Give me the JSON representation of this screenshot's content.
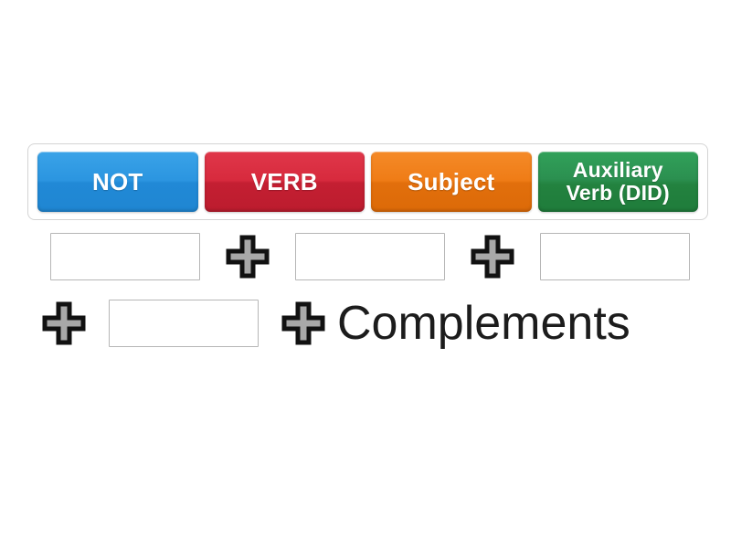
{
  "page": {
    "background_color": "#ffffff",
    "title": "Sentence Structure Builder"
  },
  "tile_bank": {
    "border_color": "#d4d4d4",
    "tiles": [
      {
        "id": "not",
        "label": "NOT",
        "color": "#2b95e0",
        "color_name": "blue",
        "lines": 1
      },
      {
        "id": "verb",
        "label": "VERB",
        "color": "#d72a3d",
        "color_name": "red",
        "lines": 1
      },
      {
        "id": "subject",
        "label": "Subject",
        "color": "#ef7c16",
        "color_name": "orange",
        "lines": 1
      },
      {
        "id": "auxiliary",
        "label": "Auxiliary\nVerb (DID)",
        "color": "#2b9050",
        "color_name": "green",
        "lines": 2
      }
    ]
  },
  "answer_area": {
    "row1": {
      "slot1_value": "",
      "slot1_placeholder": "",
      "plus1_icon": "plus-icon",
      "slot2_value": "",
      "slot2_placeholder": "",
      "plus2_icon": "plus-icon",
      "slot3_value": "",
      "slot3_placeholder": ""
    },
    "row2": {
      "plus3_icon": "plus-icon",
      "slot4_value": "",
      "slot4_placeholder": "",
      "plus4_icon": "plus-icon",
      "static_label": "Complements"
    },
    "plus_fill_color": "#a8a8a8",
    "plus_stroke_color": "#111111",
    "dropzone_border_color": "#b6b6b6"
  }
}
